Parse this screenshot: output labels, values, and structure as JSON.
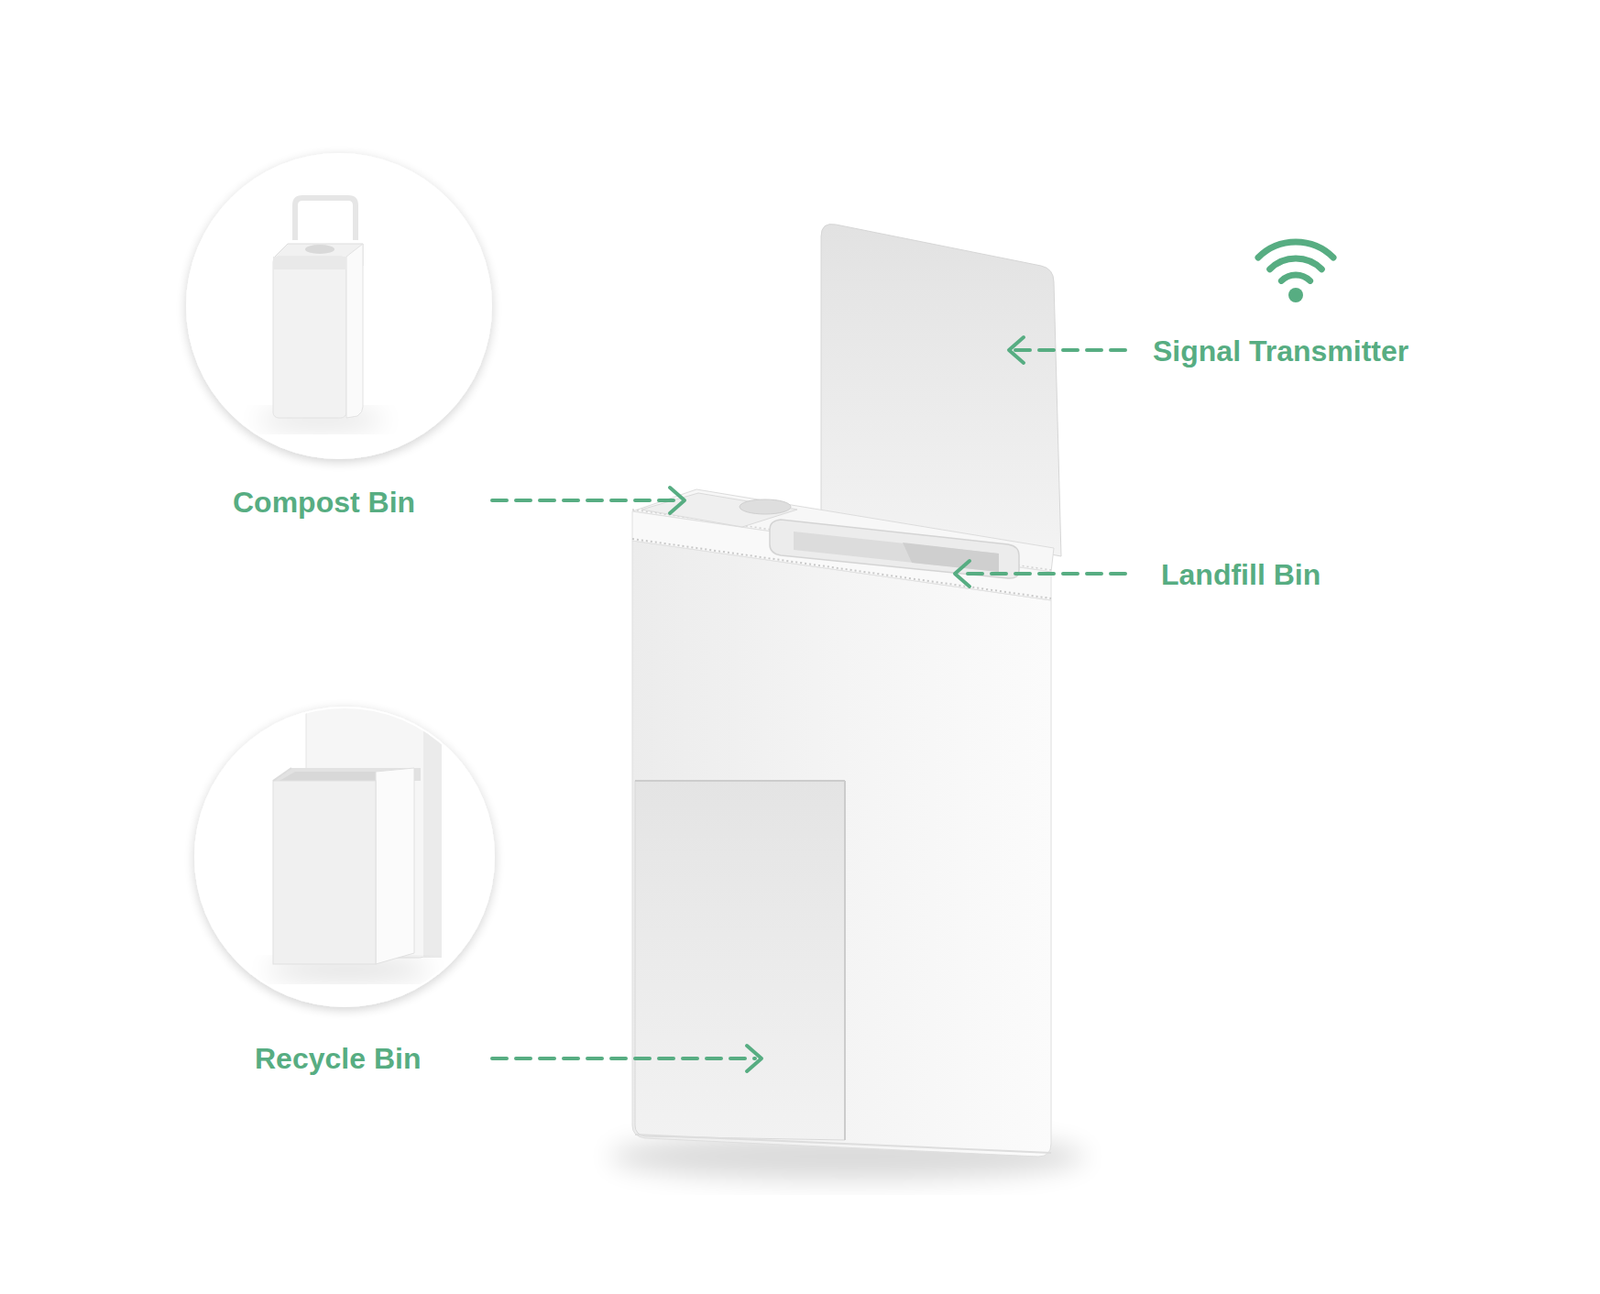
{
  "diagram": {
    "labels": [
      "Signal Transmitter",
      "Compost Bin",
      "Landfill Bin",
      "Recycle Bin"
    ]
  }
}
